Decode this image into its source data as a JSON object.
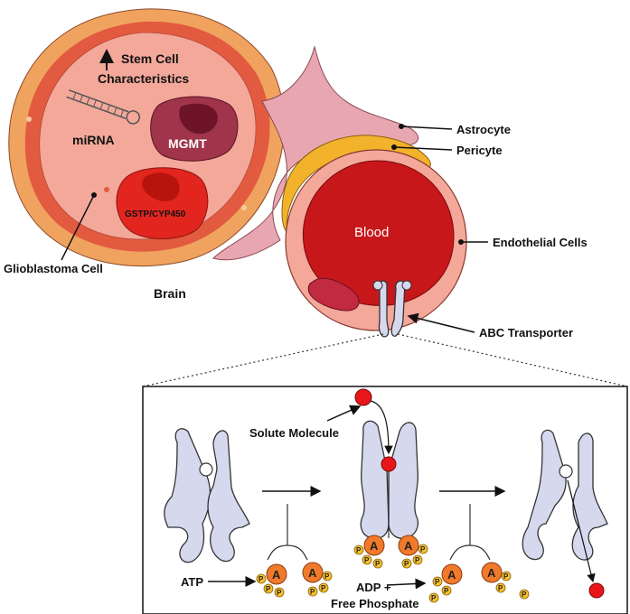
{
  "labels": {
    "stem_cell": "Stem Cell",
    "characteristics": "Characteristics",
    "mirna": "miRNA",
    "mgmt": "MGMT",
    "gstp": "GSTP/CYP450",
    "glioblastoma": "Glioblastoma Cell",
    "brain": "Brain",
    "astrocyte": "Astrocyte",
    "pericyte": "Pericyte",
    "blood": "Blood",
    "endothelial": "Endothelial Cells",
    "abc": "ABC Transporter",
    "solute": "Solute Molecule",
    "atp": "ATP",
    "adp": "ADP +",
    "free_phosphate": "Free Phosphate",
    "a": "A",
    "p": "P"
  },
  "colors": {
    "cell_outer": "#f0a35e",
    "cell_ring": "#e25a3f",
    "cell_inner": "#f3a89a",
    "blood": "#c8171b",
    "astrocyte": "#e8a6b0",
    "pericyte": "#f3b22b",
    "transporter": "#d6d9ee",
    "solute": "#e8151b",
    "adenosine": "#f07a2a",
    "phosphate": "#f5c02a"
  }
}
